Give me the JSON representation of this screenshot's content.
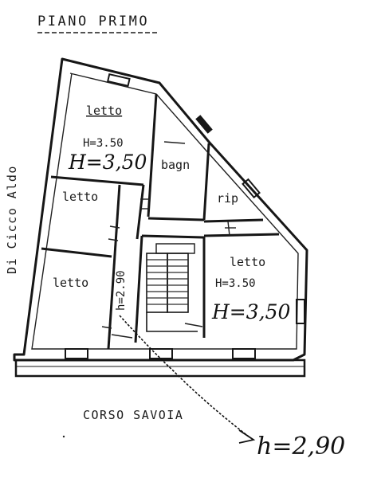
{
  "header": {
    "title": "PIANO PRIMO"
  },
  "streets": {
    "left": "Di Cicco Aldo",
    "bottom": "CORSO SAVOIA"
  },
  "rooms": [
    {
      "id": "letto-1",
      "name": "letto",
      "height": "H=3.50",
      "note": "H=3,50"
    },
    {
      "id": "letto-2",
      "name": "letto"
    },
    {
      "id": "letto-3",
      "name": "letto"
    },
    {
      "id": "bagno",
      "name": "bagn"
    },
    {
      "id": "rip",
      "name": "rip"
    },
    {
      "id": "letto-4",
      "name": "letto",
      "height": "H=3.50",
      "note": "H=3,50"
    }
  ],
  "annotations": {
    "corridor_height": "h=2.90",
    "stair_height": "h=2,90"
  },
  "colors": {
    "ink": "#161616",
    "paper": "#ffffff"
  }
}
